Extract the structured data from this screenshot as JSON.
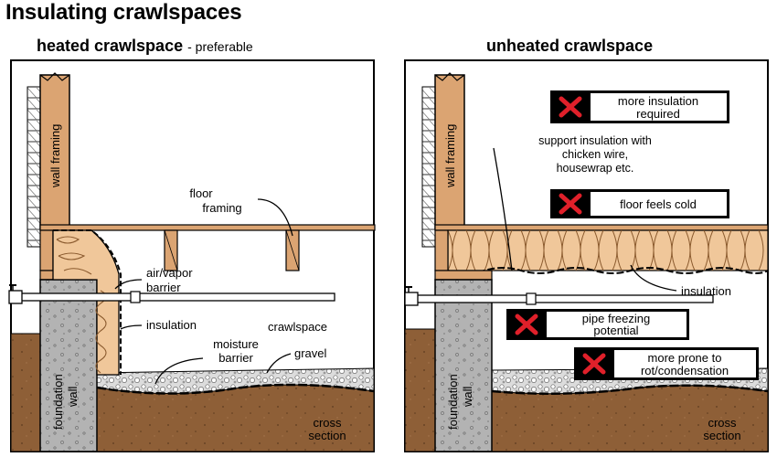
{
  "title": "Insulating crawlspaces",
  "left_panel": {
    "title": "heated crawlspace",
    "subtitle": "- preferable",
    "labels": {
      "wall_framing": "wall framing",
      "floor_framing_1": "floor",
      "floor_framing_2": "framing",
      "air_vapor_1": "air/vapor",
      "air_vapor_2": "barrier",
      "insulation": "insulation",
      "crawlspace": "crawlspace",
      "moisture_1": "moisture",
      "moisture_2": "barrier",
      "gravel": "gravel",
      "foundation_1": "foundation",
      "foundation_2": "wall",
      "cross_1": "cross",
      "cross_2": "section"
    }
  },
  "right_panel": {
    "title": "unheated crawlspace",
    "labels": {
      "wall_framing": "wall framing",
      "support_1": "support insulation with",
      "support_2": "chicken wire,",
      "support_3": "housewrap etc.",
      "insulation": "insulation",
      "foundation_1": "foundation",
      "foundation_2": "wall",
      "cross_1": "cross",
      "cross_2": "section"
    },
    "warnings": [
      {
        "line1": "more insulation",
        "line2": "required"
      },
      {
        "line1": "floor feels cold",
        "line2": ""
      },
      {
        "line1": "pipe freezing",
        "line2": "potential"
      },
      {
        "line1": "more prone to",
        "line2": "rot/condensation"
      }
    ]
  },
  "colors": {
    "wood": "#dba472",
    "insulation": "#f0c79a",
    "soil": "#8e5f37",
    "concrete": "#b3b3b3",
    "gravel": "#d8d8d8",
    "warning_x": "#e0202a"
  }
}
